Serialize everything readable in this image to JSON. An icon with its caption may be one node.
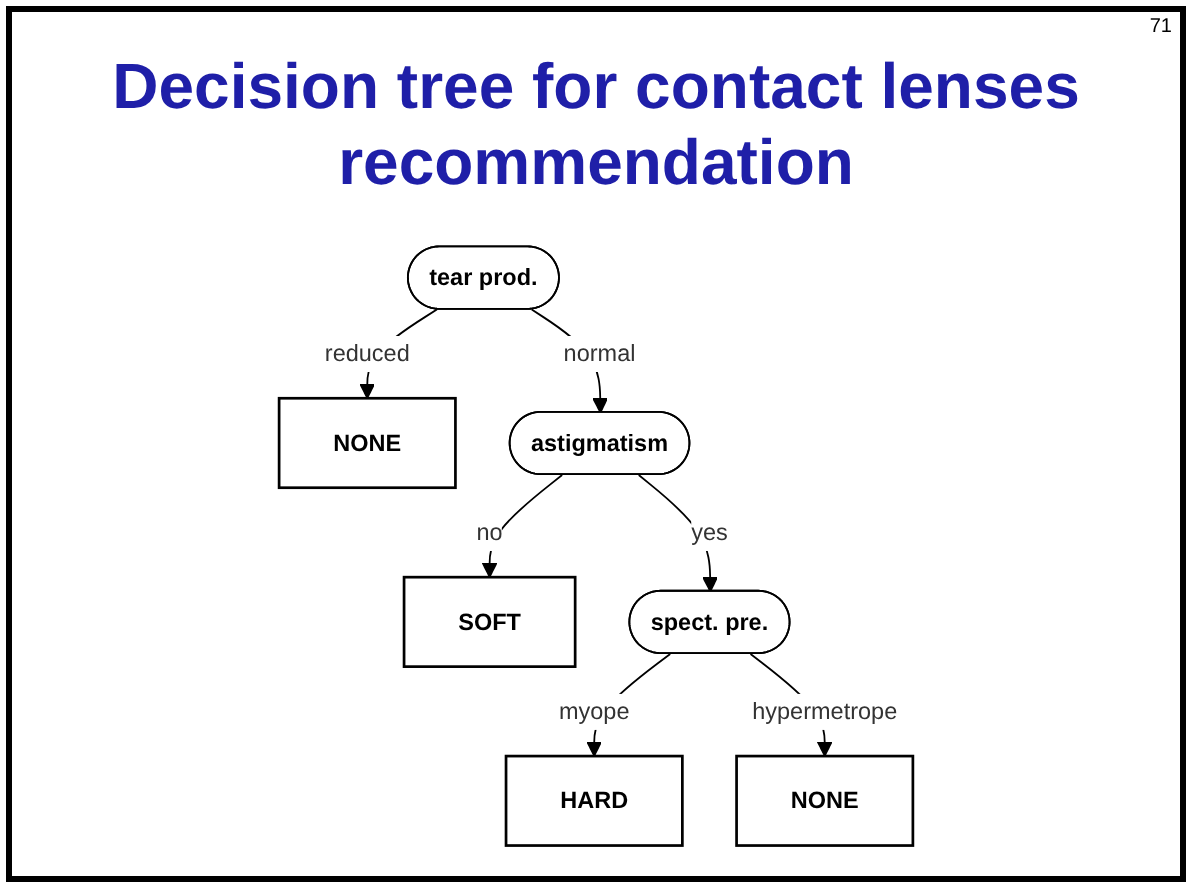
{
  "diagram": {
    "title": "Decision tree for contact lenses recommendation",
    "nodes": [
      {
        "text": [
          "tear prod."
        ]
      },
      {
        "text": [
          "NONE"
        ]
      },
      {
        "text": [
          "astigmatism"
        ]
      },
      {
        "text": [
          "SOFT"
        ]
      },
      {
        "text": [
          "spect. pre."
        ]
      },
      {
        "text": [
          "HARD"
        ]
      },
      {
        "text": [
          "NONE"
        ]
      }
    ],
    "edges": [
      {
        "from": 0,
        "to": 1,
        "arrow": "to",
        "label": "reduced"
      },
      {
        "from": 0,
        "to": 2,
        "arrow": "to",
        "label": "normal"
      },
      {
        "from": 2,
        "to": 3,
        "arrow": "to",
        "label": "no"
      },
      {
        "from": 2,
        "to": 4,
        "arrow": "to",
        "label": "yes"
      },
      {
        "from": 4,
        "to": 5,
        "arrow": "to",
        "label": "myope"
      },
      {
        "from": 4,
        "to": 6,
        "arrow": "to",
        "label": "hypermetrope"
      }
    ],
    "labels": [
      "71"
    ]
  }
}
